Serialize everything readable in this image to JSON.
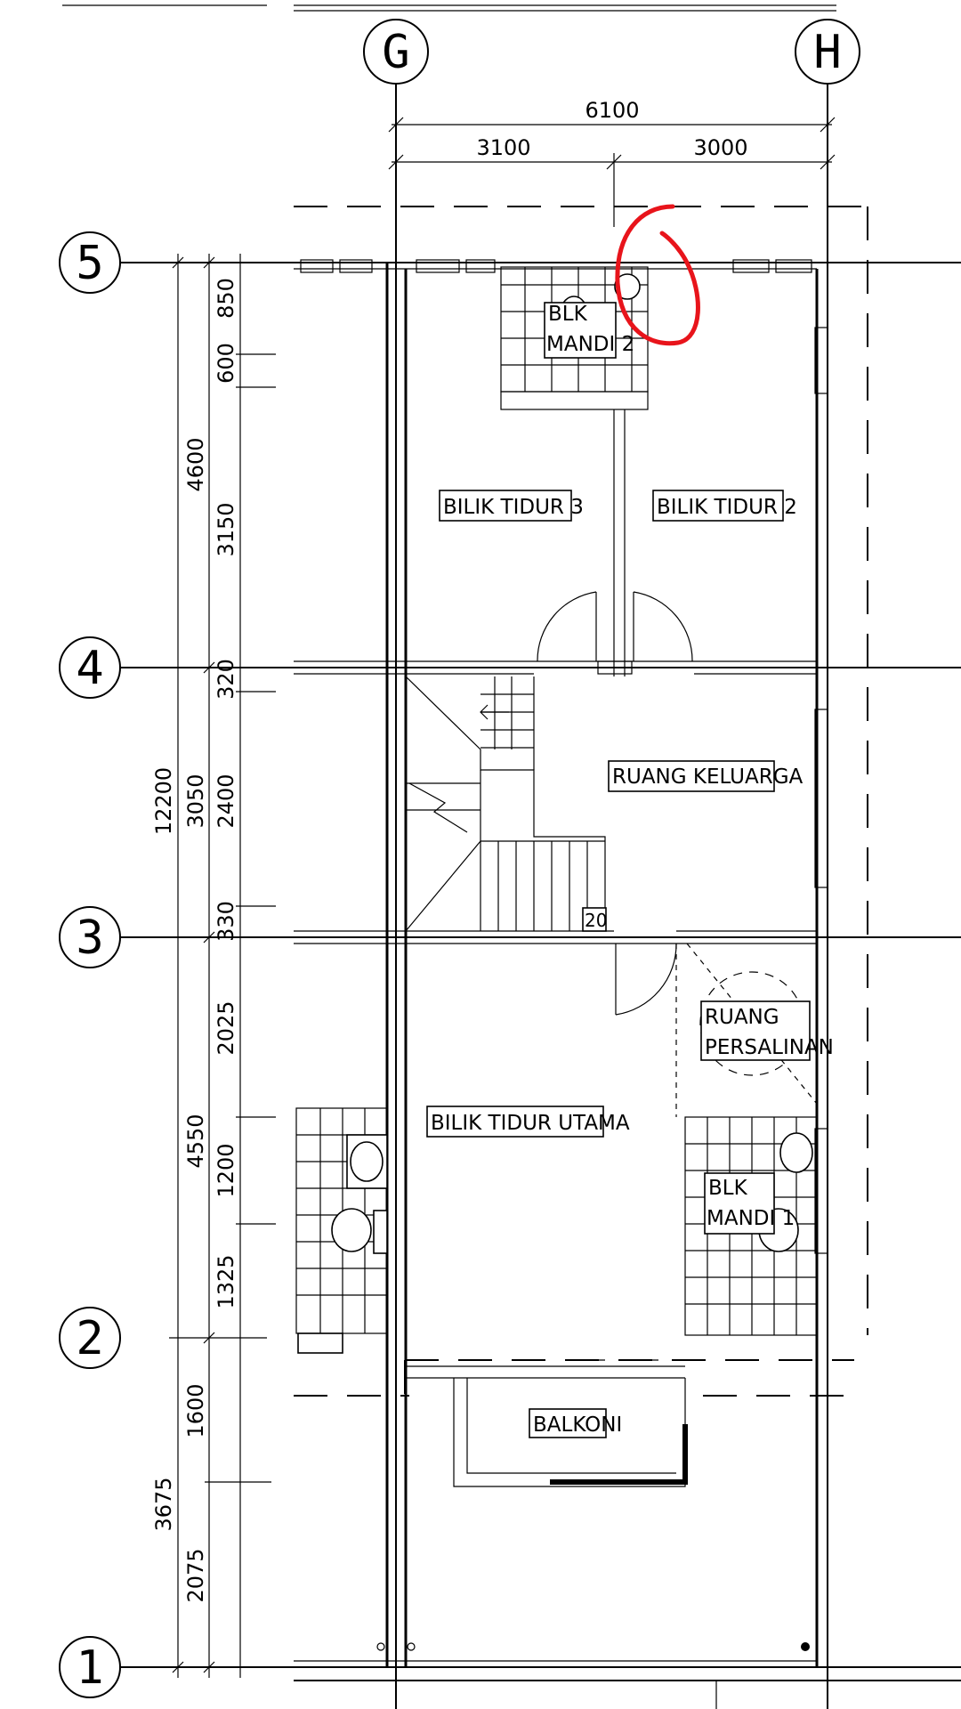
{
  "grid_labels": {
    "g": "G",
    "h": "H",
    "r5": "5",
    "r4": "4",
    "r3": "3",
    "r2": "2",
    "r1": "1"
  },
  "dimensions": {
    "top_total": "6100",
    "top_left": "3100",
    "top_right": "3000",
    "left_total": "12200",
    "d_850": "850",
    "d_600": "600",
    "d_4600": "4600",
    "d_3150": "3150",
    "d_320": "320",
    "d_3050": "3050",
    "d_2400": "2400",
    "d_330": "330",
    "d_2025": "2025",
    "d_4550": "4550",
    "d_1200": "1200",
    "d_1325": "1325",
    "d_1600": "1600",
    "d_3675": "3675",
    "d_2075": "2075"
  },
  "rooms": {
    "blk_mandi_2_line1": "BLK",
    "blk_mandi_2_line2": "MANDI 2",
    "bilik_tidur_3": "BILIK TIDUR 3",
    "bilik_tidur_2": "BILIK TIDUR 2",
    "ruang_keluarga": "RUANG KELUARGA",
    "stair_tag": "20",
    "ruang_persalinan_line1": "RUANG",
    "ruang_persalinan_line2": "PERSALINAN",
    "bilik_tidur_utama": "BILIK TIDUR UTAMA",
    "blk_mandi_1_line1": "BLK",
    "blk_mandi_1_line2": "MANDI 1",
    "balkoni": "BALKONI"
  },
  "colors": {
    "lines": "#000000",
    "markup": "#e8141b",
    "background": "#ffffff"
  }
}
